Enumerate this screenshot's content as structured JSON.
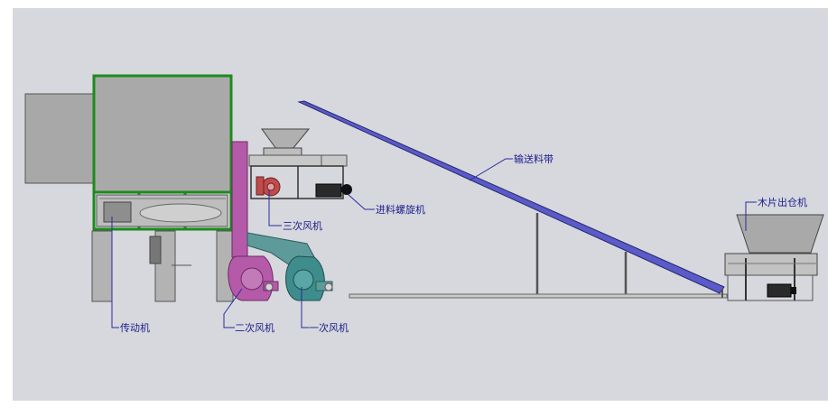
{
  "labels": {
    "conveyor": "输送料带",
    "screw_feeder": "进料螺旋机",
    "third_fan": "三次风机",
    "transmission": "传动机",
    "second_fan": "二次风机",
    "first_fan": "一次风机",
    "chip_out": "木片出仓机"
  },
  "colors": {
    "background": "#d6d8dd",
    "frame_green": "#1e8a1e",
    "panel_gray": "#a9a9a9",
    "conveyor_blue": "#5a5ac8",
    "fan_magenta": "#b45aa8",
    "fan_teal": "#3e8c8c",
    "label_blue": "#1c1c8c"
  }
}
